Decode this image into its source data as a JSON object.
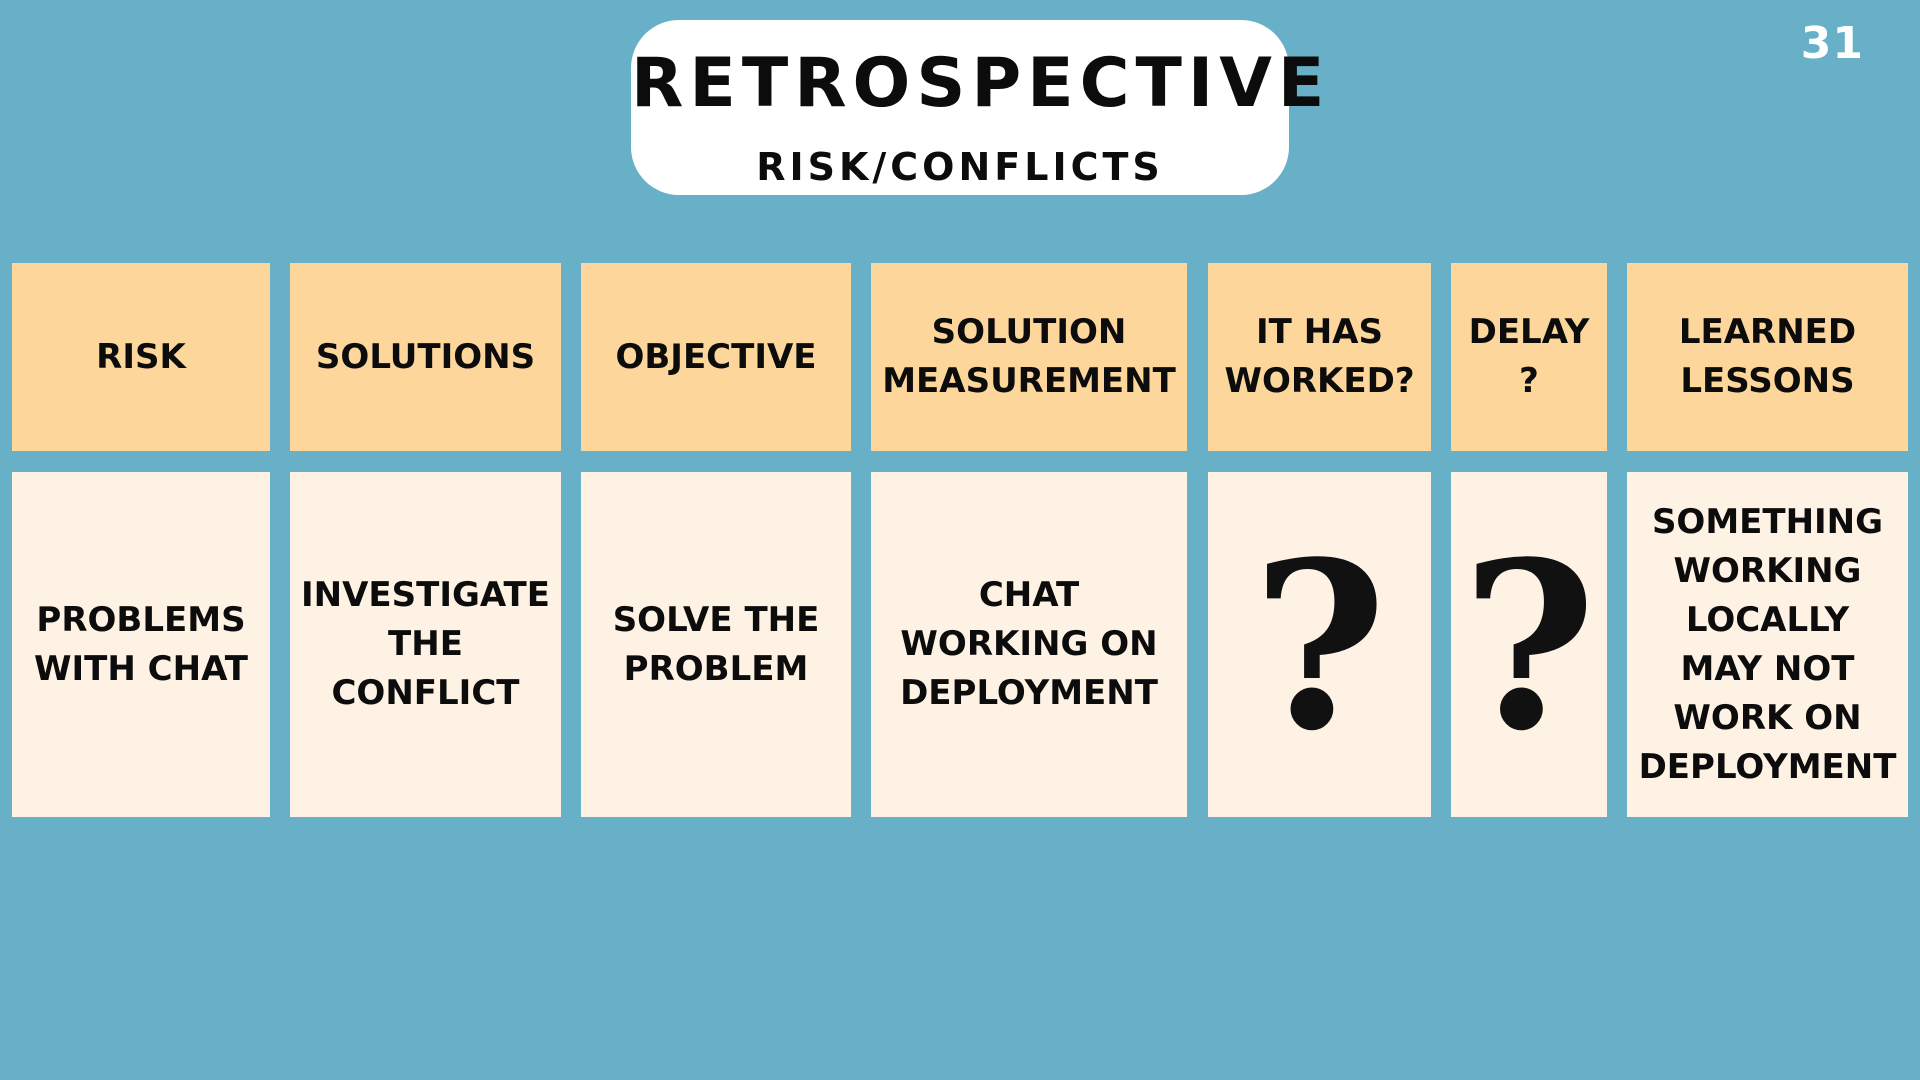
{
  "slide": {
    "page_number": "31",
    "title": "RETROSPECTIVE",
    "subtitle": "RISK/CONFLICTS"
  },
  "table": {
    "headers": [
      "RISK",
      "SOLUTIONS",
      "OBJECTIVE",
      "SOLUTION\nMEASUREMENT",
      "IT HAS\nWORKED?",
      "DELAY\n?",
      "LEARNED\nLESSONS"
    ],
    "row": [
      "PROBLEMS\nWITH CHAT",
      "INVESTIGATE\nTHE\nCONFLICT",
      "SOLVE THE\nPROBLEM",
      "CHAT\nWORKING ON\nDEPLOYMENT",
      "?",
      "?",
      "SOMETHING\nWORKING\nLOCALLY\nMAY NOT\nWORK ON\nDEPLOYMENT"
    ]
  },
  "colors": {
    "background": "#67b0c8",
    "header_card": "#fdd69c",
    "body_card": "#fdf2e3",
    "title_card": "#ffffff",
    "text": "#0c0c0c",
    "page_number": "#ffffff"
  },
  "icons": {
    "unknown_mark": "question-mark-icon"
  }
}
